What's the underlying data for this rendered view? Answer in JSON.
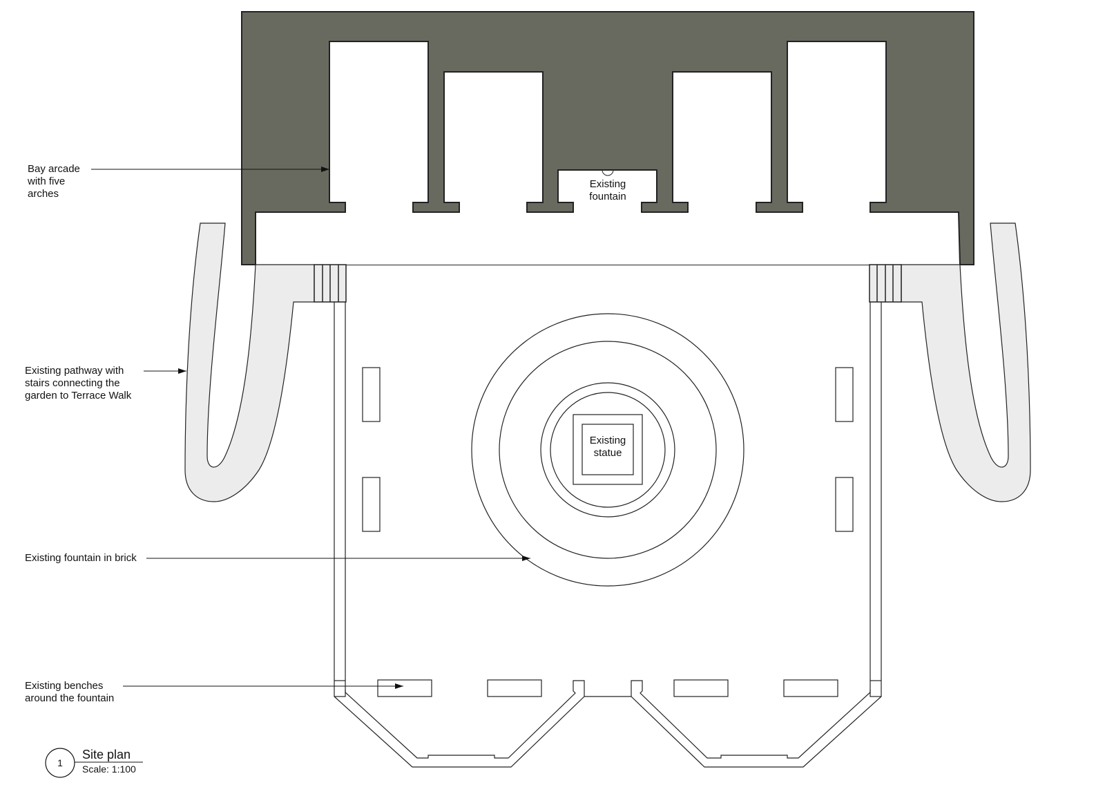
{
  "annotations": {
    "arcade": "Bay arcade\nwith five\narches",
    "pathway": "Existing pathway with\nstairs connecting the\ngarden to Terrace Walk",
    "fountain_brick": "Existing fountain in brick",
    "benches": "Existing benches\naround the fountain",
    "small_fountain": "Existing\nfountain",
    "statue": "Existing\nstatue"
  },
  "title_block": {
    "number": "1",
    "title": "Site plan",
    "scale": "Scale: 1:100"
  },
  "colors": {
    "building": "#686a60",
    "pathway": "#ececec",
    "line": "#222222"
  }
}
